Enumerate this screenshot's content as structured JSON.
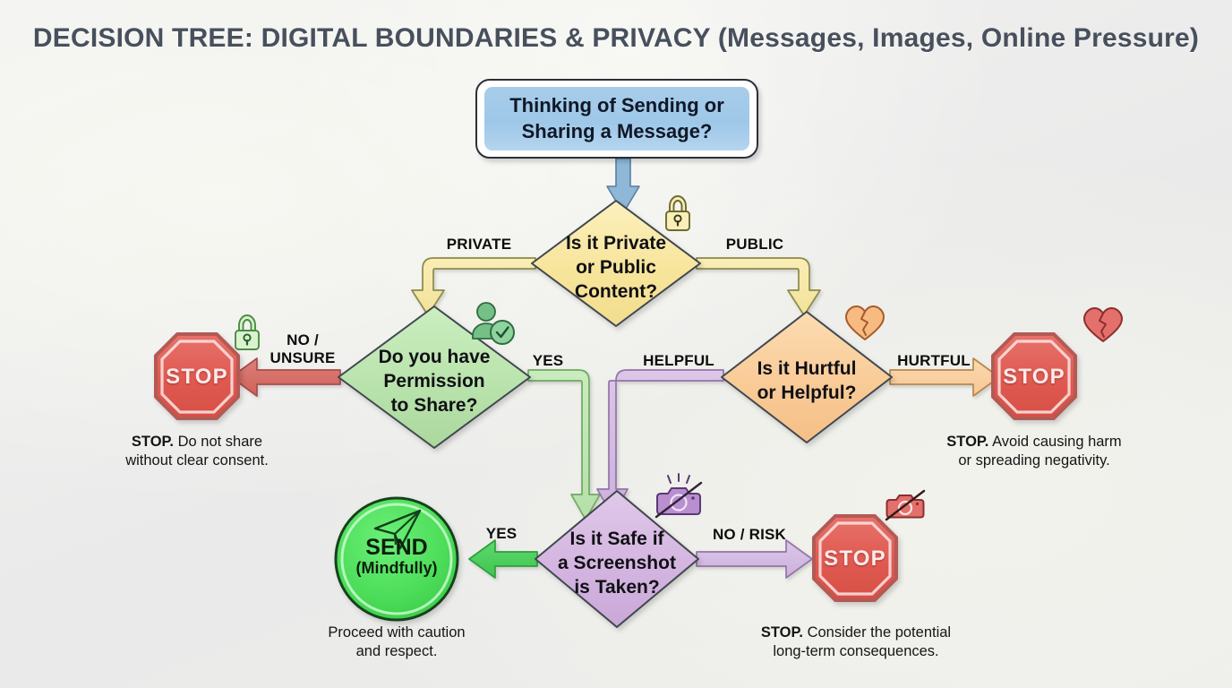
{
  "title": "DECISION TREE: DIGITAL BOUNDARIES & PRIVACY (Messages, Images, Online Pressure)",
  "colors": {
    "background": "#efefee",
    "title_text": "#47505c",
    "start_fill": "#a8cdea",
    "yellow_fill": "#f7e59b",
    "green_fill": "#b9e3ac",
    "orange_fill": "#f9cb97",
    "purple_fill": "#d4b5e0",
    "stop_fill": "#e05b52",
    "send_fill": "#4ddd5a",
    "outline": "#2b2f36"
  },
  "nodes": {
    "start": {
      "label": "Thinking of Sending or\nSharing a Message?",
      "shape": "rounded-rect"
    },
    "private_public": {
      "label": "Is it Private\nor Public\nContent?",
      "shape": "diamond",
      "icon": "lock-icon"
    },
    "permission": {
      "label": "Do you have\nPermission\nto Share?",
      "shape": "diamond",
      "icon": "person-check-icon"
    },
    "hurtful_helpful": {
      "label": "Is it Hurtful\nor Helpful?",
      "shape": "diamond",
      "icon": "broken-heart-icon"
    },
    "screenshot_safe": {
      "label": "Is it Safe if\na Screenshot\nis Taken?",
      "shape": "diamond",
      "icon": "no-camera-icon"
    },
    "stop_consent": {
      "label": "STOP",
      "shape": "octagon",
      "icon": "lock-icon"
    },
    "stop_harm": {
      "label": "STOP",
      "shape": "octagon",
      "icon": "broken-heart-icon"
    },
    "stop_screenshot": {
      "label": "STOP",
      "shape": "octagon",
      "icon": "no-camera-icon"
    },
    "send": {
      "label_main": "SEND",
      "label_sub": "(Mindfully)",
      "shape": "circle",
      "icon": "paper-plane-icon"
    }
  },
  "edges": [
    {
      "from": "start",
      "to": "private_public",
      "label": ""
    },
    {
      "from": "private_public",
      "to": "permission",
      "label": "PRIVATE"
    },
    {
      "from": "private_public",
      "to": "hurtful_helpful",
      "label": "PUBLIC"
    },
    {
      "from": "permission",
      "to": "stop_consent",
      "label": "NO /\nUNSURE"
    },
    {
      "from": "permission",
      "to": "screenshot_safe",
      "label": "YES"
    },
    {
      "from": "hurtful_helpful",
      "to": "stop_harm",
      "label": "HURTFUL"
    },
    {
      "from": "hurtful_helpful",
      "to": "screenshot_safe",
      "label": "HELPFUL"
    },
    {
      "from": "screenshot_safe",
      "to": "send",
      "label": "YES"
    },
    {
      "from": "screenshot_safe",
      "to": "stop_screenshot",
      "label": "NO / RISK"
    }
  ],
  "edge_labels": {
    "private": "PRIVATE",
    "public": "PUBLIC",
    "no_unsure": "NO /\nUNSURE",
    "yes_permission": "YES",
    "hurtful": "HURTFUL",
    "helpful": "HELPFUL",
    "yes_screenshot": "YES",
    "no_risk": "NO / RISK"
  },
  "captions": {
    "stop_consent": "STOP. Do not share\nwithout clear consent.",
    "stop_harm": "STOP. Avoid causing harm\nor spreading negativity.",
    "send": "Proceed with caution\nand respect.",
    "stop_screenshot": "STOP. Consider the potential\nlong-term consequences."
  }
}
